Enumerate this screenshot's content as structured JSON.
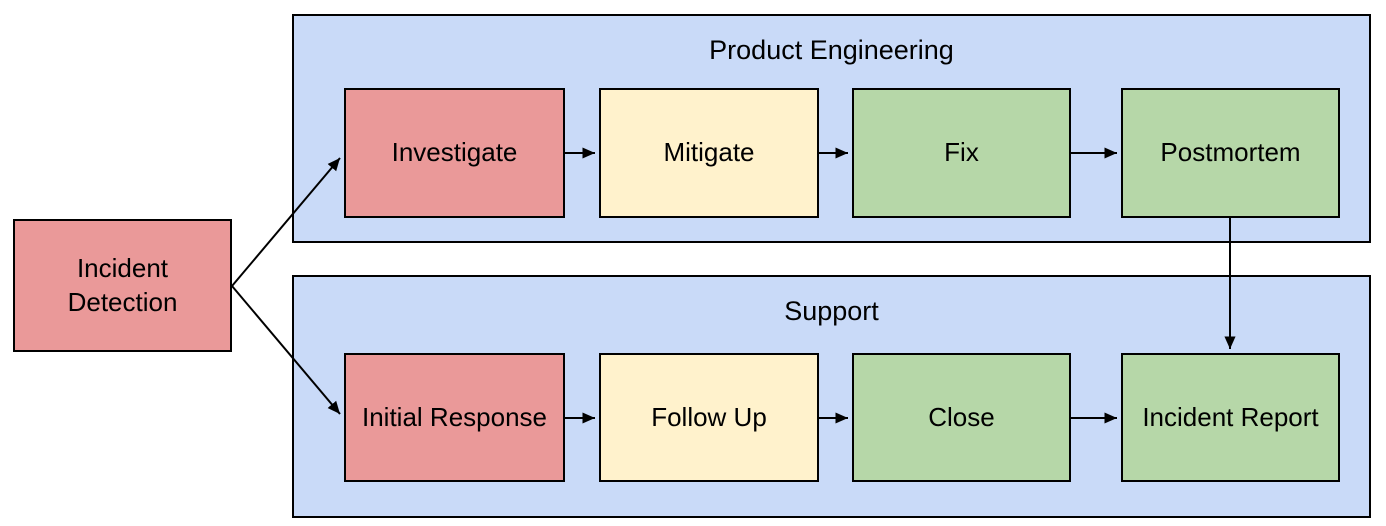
{
  "colors": {
    "red": "#ea9999",
    "yellow": "#fff2cc",
    "green": "#b6d7a8",
    "lane": "#c9daf8",
    "border": "#000000",
    "connector": "#000000",
    "background": "#ffffff",
    "text": "#000000"
  },
  "start_node": {
    "label": "Incident Detection",
    "fill": "red"
  },
  "lanes": [
    {
      "title": "Product Engineering",
      "fill": "lane",
      "nodes": [
        {
          "label": "Investigate",
          "fill": "red"
        },
        {
          "label": "Mitigate",
          "fill": "yellow"
        },
        {
          "label": "Fix",
          "fill": "green"
        },
        {
          "label": "Postmortem",
          "fill": "green"
        }
      ]
    },
    {
      "title": "Support",
      "fill": "lane",
      "nodes": [
        {
          "label": "Initial Response",
          "fill": "red"
        },
        {
          "label": "Follow Up",
          "fill": "yellow"
        },
        {
          "label": "Close",
          "fill": "green"
        },
        {
          "label": "Incident Report",
          "fill": "green"
        }
      ]
    }
  ],
  "edges": [
    {
      "from": "Incident Detection",
      "to": "Investigate"
    },
    {
      "from": "Incident Detection",
      "to": "Initial Response"
    },
    {
      "from": "Investigate",
      "to": "Mitigate"
    },
    {
      "from": "Mitigate",
      "to": "Fix"
    },
    {
      "from": "Fix",
      "to": "Postmortem"
    },
    {
      "from": "Postmortem",
      "to": "Incident Report"
    },
    {
      "from": "Initial Response",
      "to": "Follow Up"
    },
    {
      "from": "Follow Up",
      "to": "Close"
    },
    {
      "from": "Close",
      "to": "Incident Report"
    }
  ]
}
